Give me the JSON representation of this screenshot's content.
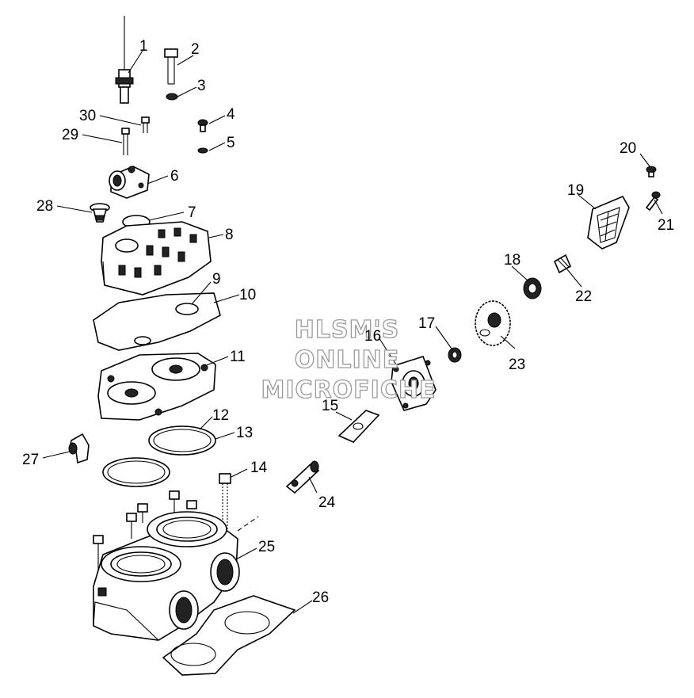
{
  "watermark": {
    "line1": "HLSM'S",
    "line2": "ONLINE",
    "line3": "MICROFICHE"
  },
  "callouts": [
    "1",
    "2",
    "3",
    "4",
    "5",
    "6",
    "7",
    "8",
    "9",
    "10",
    "11",
    "12",
    "13",
    "14",
    "15",
    "16",
    "17",
    "18",
    "19",
    "20",
    "21",
    "22",
    "23",
    "24",
    "25",
    "26",
    "27",
    "28",
    "29",
    "30"
  ]
}
